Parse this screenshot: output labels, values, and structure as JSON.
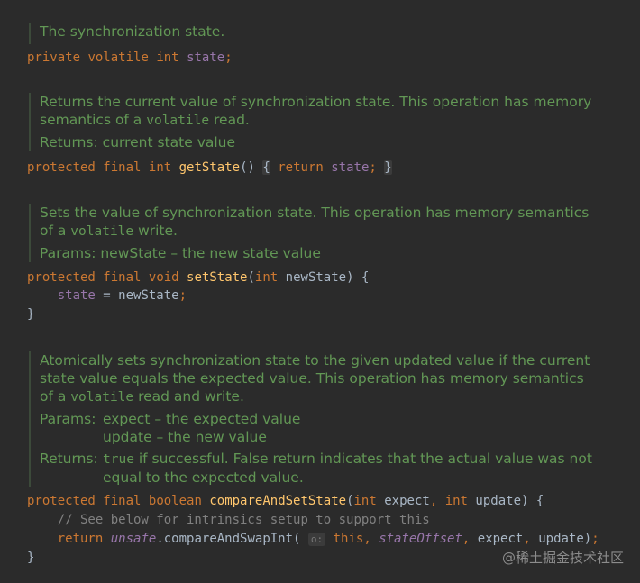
{
  "doc1": {
    "text": "The synchronization state."
  },
  "field": {
    "mod1": "private",
    "mod2": "volatile",
    "type": "int",
    "name": "state",
    "semi": ";"
  },
  "doc2": {
    "line1": "Returns the current value of synchronization state. This operation has memory",
    "line2_pre": "semantics of a ",
    "line2_code": "volatile",
    "line2_post": " read.",
    "returns_label": "Returns:",
    "returns_text": "current state value"
  },
  "getState": {
    "mod1": "protected",
    "mod2": "final",
    "type": "int",
    "name": "getState",
    "parens": "()",
    "open": "{",
    "ret": "return",
    "field": "state",
    "semi": ";",
    "close": "}"
  },
  "doc3": {
    "line1": "Sets the value of synchronization state. This operation has memory semantics",
    "line2_pre": "of a ",
    "line2_code": "volatile",
    "line2_post": " write.",
    "params_label": "Params:",
    "params_text": "newState – the new state value"
  },
  "setState": {
    "mod1": "protected",
    "mod2": "final",
    "type": "void",
    "name": "setState",
    "ptype": "int",
    "pname": "newState",
    "body_field": "state",
    "body_rest": " = newState",
    "semi": ";",
    "close": "}"
  },
  "doc4": {
    "line1": "Atomically sets synchronization state to the given updated value if the current",
    "line2": "state value equals the expected value. This operation has memory semantics",
    "line3_pre": "of a ",
    "line3_code": "volatile",
    "line3_post": " read and write.",
    "params_label": "Params:",
    "param1": "expect – the expected value",
    "param2": "update – the new value",
    "returns_label": "Returns:",
    "returns_code": "true",
    "returns_text1": " if successful. False return indicates that the actual value was not",
    "returns_text2": "equal to the expected value."
  },
  "cas": {
    "mod1": "protected",
    "mod2": "final",
    "type": "boolean",
    "name": "compareAndSetState",
    "p1type": "int",
    "p1name": "expect",
    "p2type": "int",
    "p2name": "update",
    "comment": "// See below for intrinsics setup to support this",
    "ret": "return",
    "obj": "unsafe",
    "method": ".compareAndSwapInt(",
    "hint": "o:",
    "arg_this": "this",
    "arg_offset": "stateOffset",
    "arg_rest": " expect",
    "arg_rest2": " update)",
    "semi": ";",
    "close": "}"
  },
  "watermark": "@稀土掘金技术社区"
}
